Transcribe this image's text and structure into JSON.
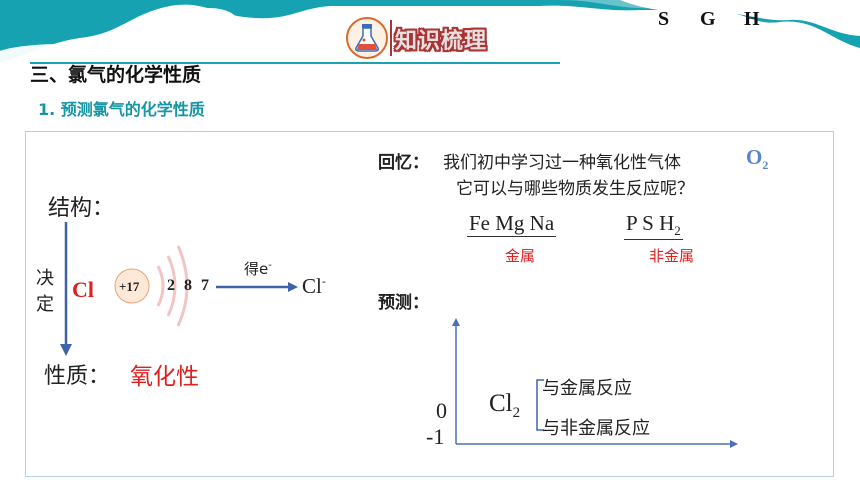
{
  "header": {
    "badge_text": "知识梳理",
    "corner_letters": [
      "S",
      "G",
      "H"
    ]
  },
  "section_title": "三、氯气的化学性质",
  "subtitle": "1. 预测氯气的化学性质",
  "left": {
    "structure_label": "结构：",
    "decides_label": [
      "决",
      "定"
    ],
    "element_symbol": "Cl",
    "nucleus": "+17",
    "shells": [
      "2",
      "8",
      "7"
    ],
    "gain_label": "得e",
    "gain_superscript": "-",
    "ion_label": "Cl",
    "ion_superscript": "-",
    "property_label": "性质：",
    "property_value": "氧化性"
  },
  "recall": {
    "label": "回忆：",
    "line1": "我们初中学习过一种氧化性气体",
    "o2_symbol": "O",
    "o2_subscript": "2",
    "line2": "它可以与哪些物质发生反应呢？",
    "metals": "Fe  Mg  Na",
    "metals_caption": "金属",
    "nonmetals_prefix": "P   S   H",
    "nonmetals_subscript": "2",
    "nonmetals_caption": "非金属"
  },
  "predict": {
    "label": "预测：",
    "axis_zero": "0",
    "axis_neg1": "-1",
    "cl2_symbol": "Cl",
    "cl2_subscript": "2",
    "branch_metal": "与金属反应",
    "branch_nonmetal": "与非金属反应"
  },
  "colors": {
    "teal": "#17a3b0",
    "red": "#e02020",
    "arrow_blue": "#3f63a8",
    "subtitle_teal": "#1596a6"
  }
}
